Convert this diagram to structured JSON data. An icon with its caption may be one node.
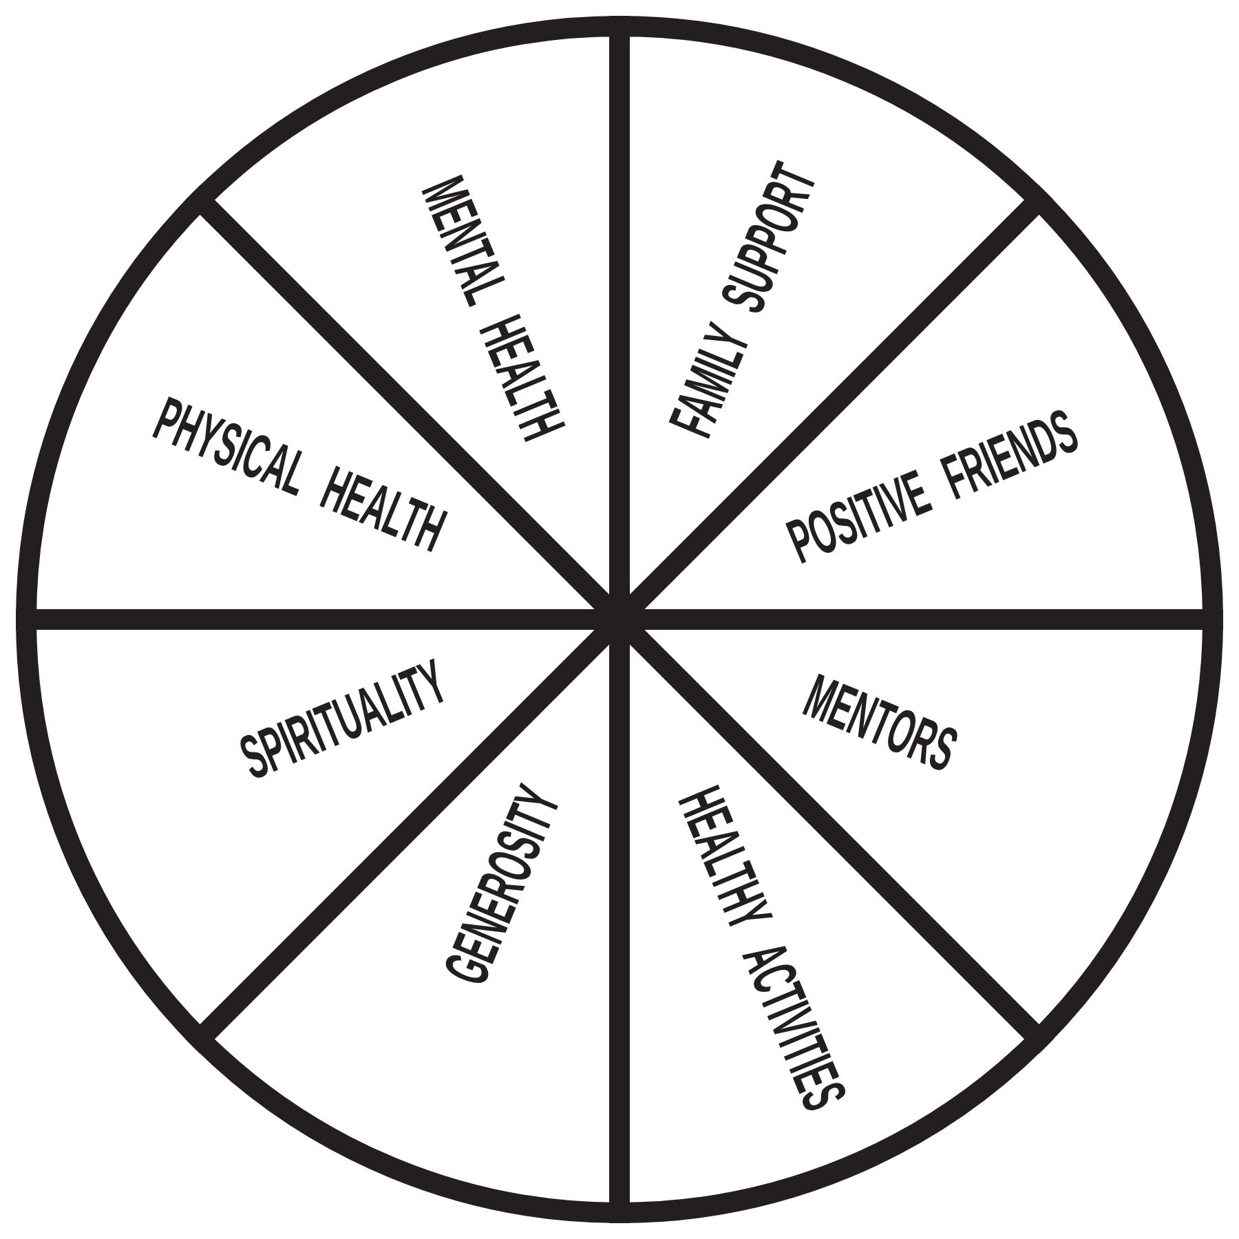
{
  "diagram": {
    "nodes": [
      {
        "text": [
          "MENTAL HEALTH"
        ]
      },
      {
        "text": [
          "FAMILY SUPPORT"
        ]
      },
      {
        "text": [
          "PHYSICAL HEALTH"
        ]
      },
      {
        "text": [
          "POSITIVE FRIENDS"
        ]
      },
      {
        "text": [
          "SPIRITUALITY"
        ]
      },
      {
        "text": [
          "MENTORS"
        ]
      },
      {
        "text": [
          "GENEROSITY"
        ]
      },
      {
        "text": [
          "HEALTHY ACTIVITIES"
        ]
      }
    ]
  }
}
